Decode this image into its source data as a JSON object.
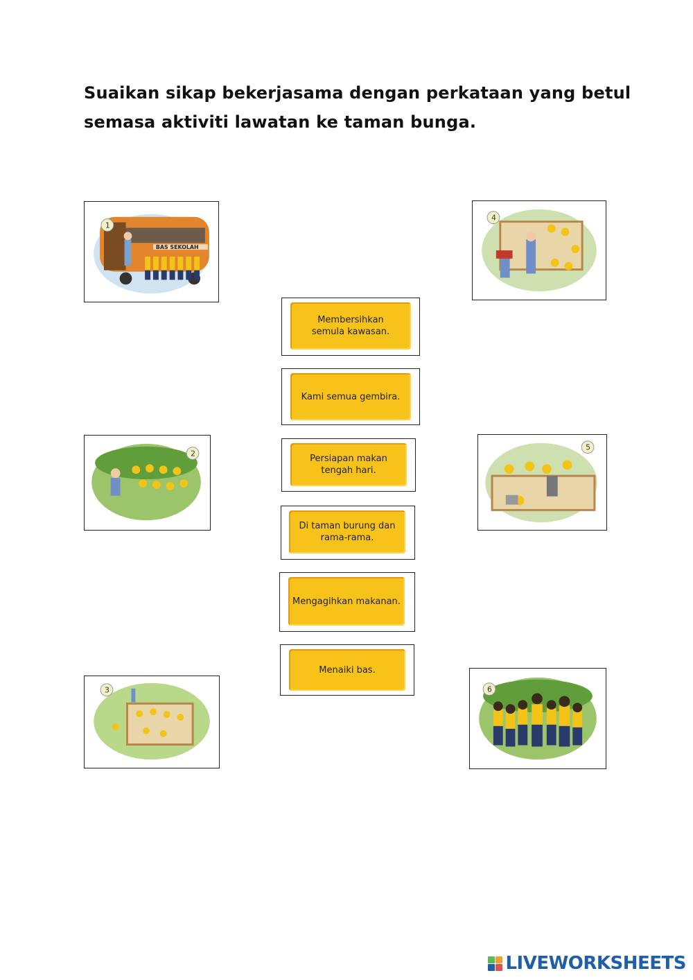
{
  "instruction": {
    "line1": "Suaikan sikap bekerjasama dengan perkataan yang betul",
    "line2": "semasa aktiviti lawatan ke taman bunga."
  },
  "pictures": [
    {
      "number": "1",
      "scene": "bas-sekolah",
      "sign_text": "BAS SEKOLAH"
    },
    {
      "number": "2",
      "scene": "butterfly-garden"
    },
    {
      "number": "3",
      "scene": "picnic-area"
    },
    {
      "number": "4",
      "scene": "distributing-food"
    },
    {
      "number": "5",
      "scene": "cleaning-area"
    },
    {
      "number": "6",
      "scene": "happy-group"
    }
  ],
  "cards": [
    {
      "label": "Membersihkan\nsemula kawasan."
    },
    {
      "label": "Kami semua gembira."
    },
    {
      "label": "Persiapan makan\ntengah hari."
    },
    {
      "label": "Di taman burung dan\nrama-rama."
    },
    {
      "label": "Mengagihkan makanan."
    },
    {
      "label": "Menaiki bas."
    }
  ],
  "footer": {
    "logo_text": "LIVEWORKSHEETS",
    "colors": {
      "blue": "#1f5fa8",
      "green": "#5cb85c",
      "orange": "#f0a030",
      "red": "#e05050"
    }
  },
  "colors": {
    "card_fill": "#f7c31b",
    "card_shadow": "#e39a0f"
  }
}
